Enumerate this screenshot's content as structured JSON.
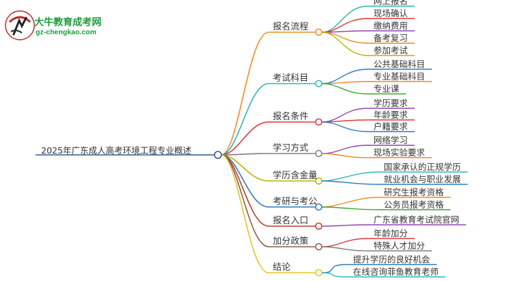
{
  "logo": {
    "name": "大牛教育成考网",
    "url": "gz-chengkao.com"
  },
  "mindmap": {
    "root": "2025年广东成人高考环境工程专业概述",
    "branches": [
      {
        "label": "报名流程",
        "color": "#f28b1e",
        "children": [
          {
            "label": "网上报名",
            "color": "#2ab5b0"
          },
          {
            "label": "现场确认",
            "color": "#e03535"
          },
          {
            "label": "缴纳费用",
            "color": "#8e44ad"
          },
          {
            "label": "备考复习",
            "color": "#e78a1c"
          },
          {
            "label": "参加考试",
            "color": "#b8b400"
          }
        ]
      },
      {
        "label": "考试科目",
        "color": "#2bb7bb",
        "children": [
          {
            "label": "公共基础科目",
            "color": "#2b79c2"
          },
          {
            "label": "专业基础科目",
            "color": "#f28b1e"
          },
          {
            "label": "专业课",
            "color": "#3aa63a"
          }
        ]
      },
      {
        "label": "报名条件",
        "color": "#e03535",
        "children": [
          {
            "label": "学历要求",
            "color": "#8e44ad"
          },
          {
            "label": "年龄要求",
            "color": "#e03535"
          },
          {
            "label": "户籍要求",
            "color": "#2b79c2"
          }
        ]
      },
      {
        "label": "学习方式",
        "color": "#7d7d7d",
        "children": [
          {
            "label": "网络学习",
            "color": "#8e44ad"
          },
          {
            "label": "现场实验要求",
            "color": "#e78a1c"
          }
        ]
      },
      {
        "label": "学历含金量",
        "color": "#b8b400",
        "children": [
          {
            "label": "国家承认的正规学历",
            "color": "#2bb7bb"
          },
          {
            "label": "就业机会与职业发展",
            "color": "#2b79c2"
          }
        ]
      },
      {
        "label": "考研与考公",
        "color": "#2b79c2",
        "children": [
          {
            "label": "研究生报考资格",
            "color": "#f28b1e"
          },
          {
            "label": "公务员报考资格",
            "color": "#3aa63a"
          }
        ]
      },
      {
        "label": "报名入口",
        "color": "#c0392b",
        "children": [
          {
            "label": "广东省教育考试院官网",
            "color": "#8e44ad"
          }
        ]
      },
      {
        "label": "加分政策",
        "color": "#8b5a4a",
        "children": [
          {
            "label": "年龄加分",
            "color": "#e03535"
          },
          {
            "label": "特殊人才加分",
            "color": "#7d7d7d"
          }
        ]
      },
      {
        "label": "结论",
        "color": "#e6c619",
        "children": [
          {
            "label": "提升学历的良好机会",
            "color": "#2b79c2"
          },
          {
            "label": "在线咨询菲鱼教育老师",
            "color": "#2bb7bb"
          }
        ]
      }
    ]
  }
}
